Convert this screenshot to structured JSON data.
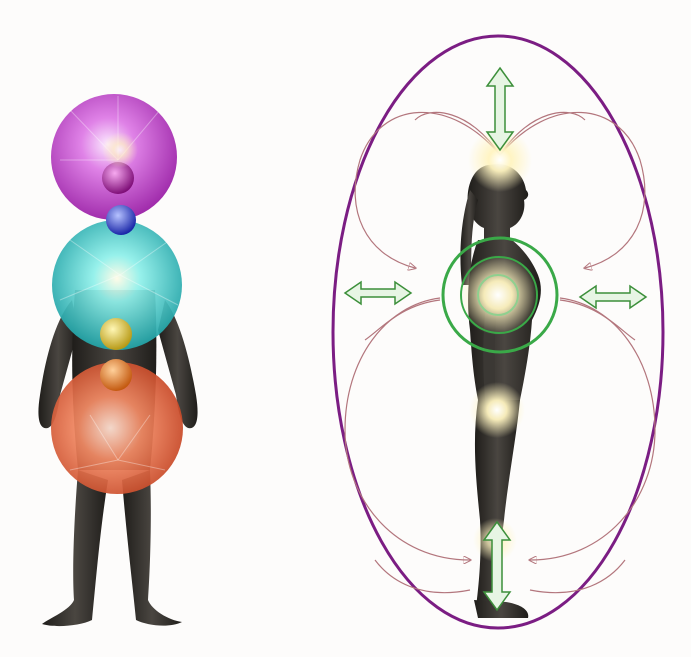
{
  "left_figure": {
    "spheres": [
      {
        "name": "violet-sphere",
        "color": "#c43fd0"
      },
      {
        "name": "turquoise-sphere",
        "color": "#2bc4c4"
      },
      {
        "name": "coral-sphere",
        "color": "#e25e3c"
      }
    ],
    "small_orbs": [
      {
        "name": "magenta-orb",
        "color": "#a8169a"
      },
      {
        "name": "blue-orb",
        "color": "#2a3fd6"
      },
      {
        "name": "yellow-orb",
        "color": "#d9c23a"
      },
      {
        "name": "orange-orb",
        "color": "#e07a22"
      }
    ],
    "body_color": "#2c2a27"
  },
  "right_figure": {
    "field_outline_color": "#7b1d83",
    "field_line_color": "#b3767d",
    "heart_ring_color": "#3aa948",
    "arrow_color": "#3c8f3a",
    "arrow_fill": "#e7f5e4",
    "silhouette_color": "#2c2a27",
    "glow_color": "#fff6c2"
  }
}
